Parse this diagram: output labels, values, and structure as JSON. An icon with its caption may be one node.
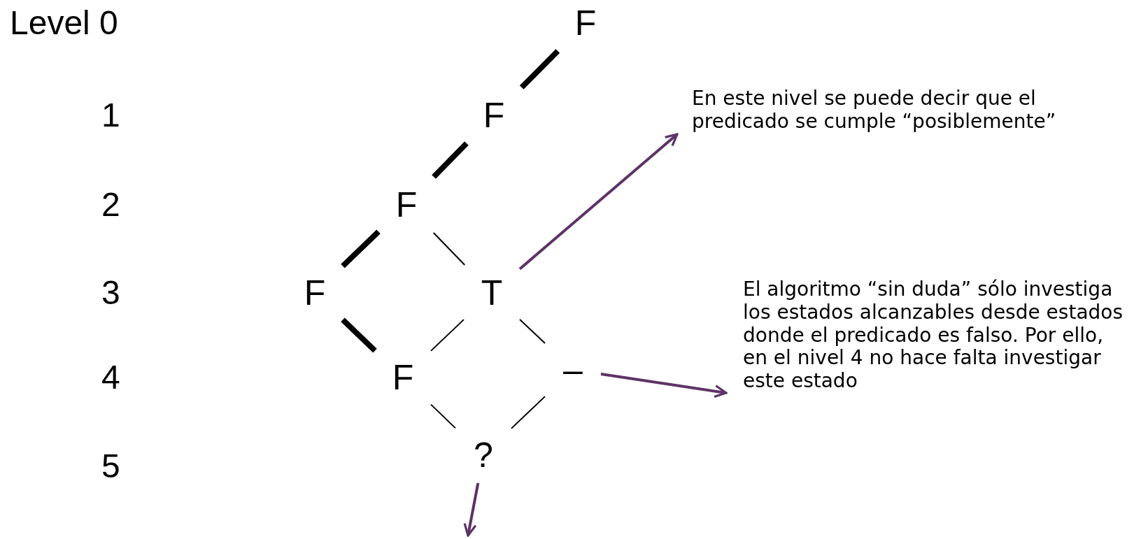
{
  "diagram": {
    "nodes": [
      {
        "text": [
          "F"
        ]
      },
      {
        "text": [
          "F"
        ]
      },
      {
        "text": [
          "F"
        ]
      },
      {
        "text": [
          "F"
        ]
      },
      {
        "text": [
          "T"
        ]
      },
      {
        "text": [
          "F"
        ]
      },
      {
        "text": [
          "–"
        ]
      },
      {
        "text": [
          "?"
        ]
      },
      {
        "text": [
          "En este nivel se puede decir que el predicado se cumple “posiblemente”"
        ]
      },
      {
        "text": [
          "El algoritmo “sin duda” sólo investiga los estados alcanzables desde estados donde el predicado es falso. Por ello, en el nivel 4 no hace falta investigar este estado"
        ]
      }
    ],
    "edges": [
      {
        "from": 0,
        "to": 1,
        "arrow": "none",
        "style": "thick"
      },
      {
        "from": 1,
        "to": 2,
        "arrow": "none",
        "style": "thick"
      },
      {
        "from": 2,
        "to": 3,
        "arrow": "none",
        "style": "thick"
      },
      {
        "from": 2,
        "to": 4,
        "arrow": "none"
      },
      {
        "from": 3,
        "to": 5,
        "arrow": "none",
        "style": "thick"
      },
      {
        "from": 4,
        "to": 5,
        "arrow": "none"
      },
      {
        "from": 4,
        "to": 6,
        "arrow": "none"
      },
      {
        "from": 5,
        "to": 7,
        "arrow": "none"
      },
      {
        "from": 6,
        "to": 7,
        "arrow": "none"
      },
      {
        "from": 4,
        "to": 8,
        "arrow": "to",
        "color": "#5e3366"
      },
      {
        "from": 6,
        "to": 9,
        "arrow": "to",
        "color": "#5e3366"
      },
      {
        "from": 7,
        "to": null,
        "arrow": "to",
        "color": "#5e3366"
      }
    ],
    "labels": [
      "Level 0",
      "1",
      "2",
      "3",
      "4",
      "5"
    ]
  }
}
